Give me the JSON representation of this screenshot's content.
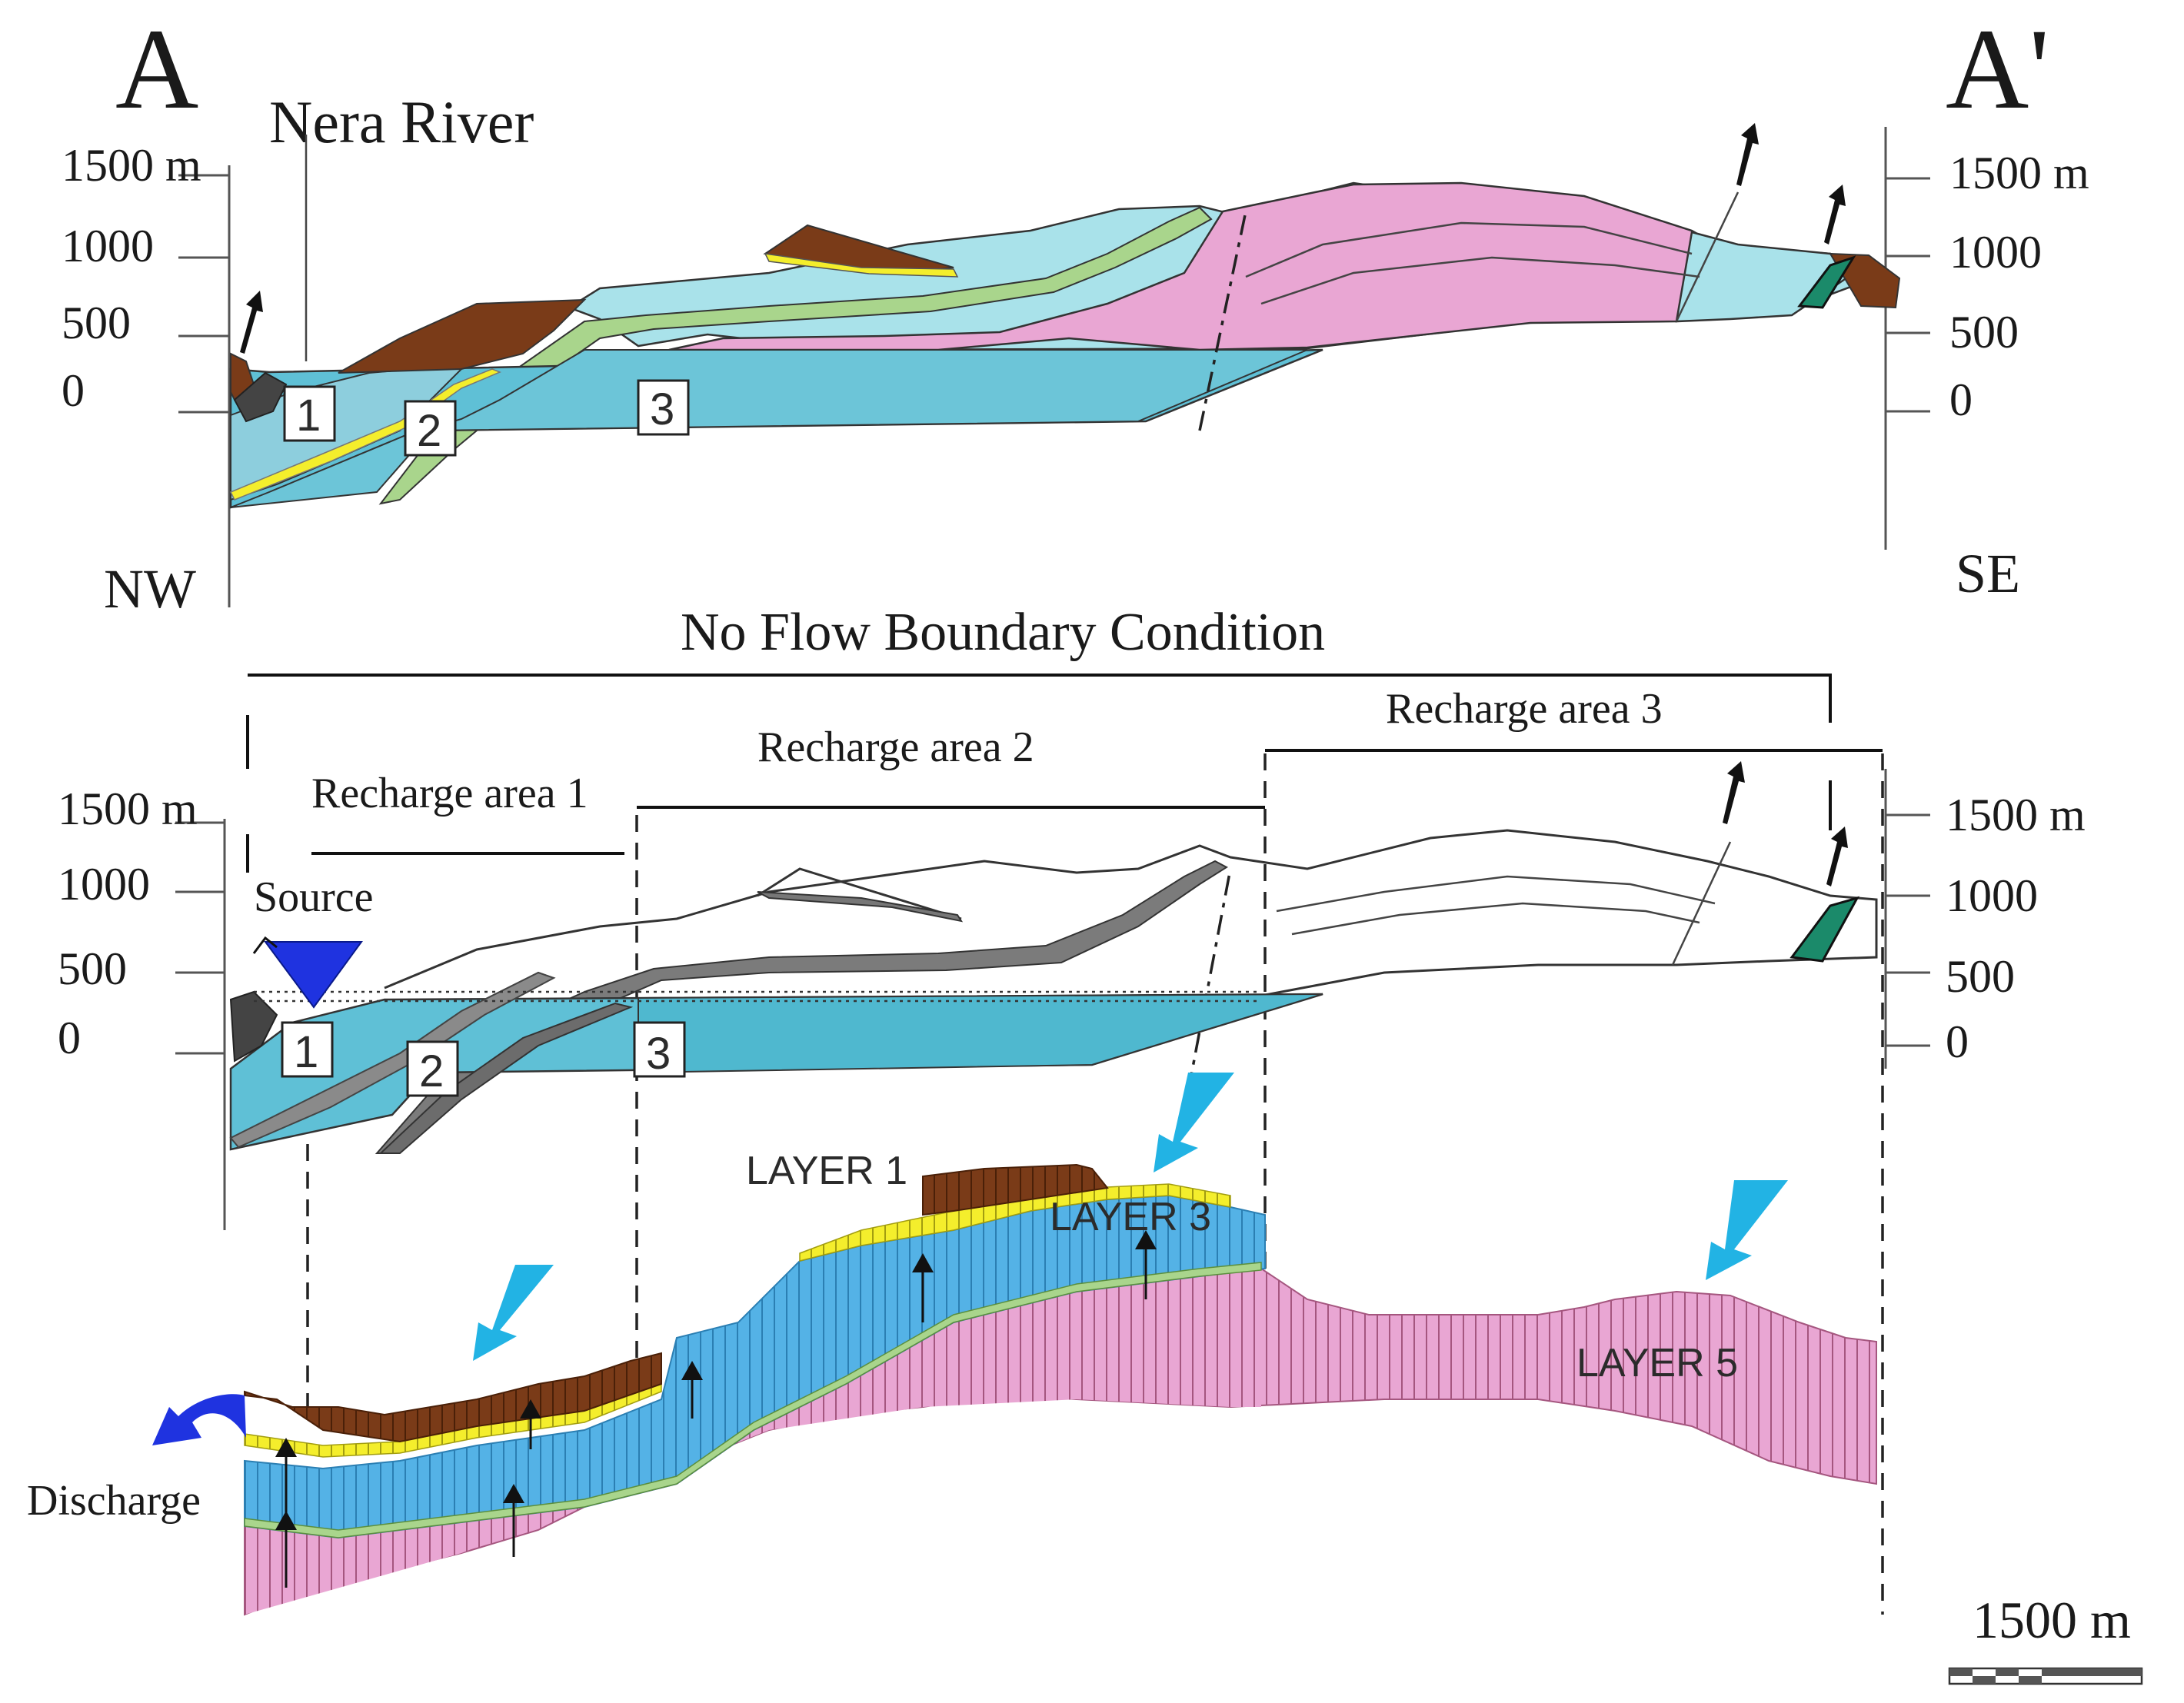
{
  "section_labels": {
    "start": "A",
    "end": "A'"
  },
  "river_label": "Nera River",
  "orientation": {
    "left": "NW",
    "right": "SE"
  },
  "elevation_ticks": [
    "1500 m",
    "1000",
    "500",
    "0"
  ],
  "elevation_ticks_right": [
    "1500 m",
    "1000",
    "500",
    "0"
  ],
  "aquifer_markers": [
    "1",
    "2",
    "3"
  ],
  "boundary_label": "No Flow Boundary Condition",
  "recharge_areas": [
    "Recharge area 1",
    "Recharge area 2",
    "Recharge area 3"
  ],
  "source_label": "Source",
  "discharge_label": "Discharge",
  "layer_labels": {
    "layer1": "LAYER 1",
    "layer3": "LAYER 3",
    "layer5": "LAYER 5"
  },
  "scale_bar": {
    "label": "1500 m"
  },
  "colors": {
    "brown": "#7a3b18",
    "light_blue": "#a9e2ea",
    "pink": "#e9a6d3",
    "green": "#a9d58c",
    "yellow": "#f4ee2c",
    "aquifer_blue": "#5fc0d6",
    "model_blue": "#54b2e6",
    "recharge_arrow": "#22b3e4",
    "source_blue": "#1f33e0"
  },
  "icons": [
    "fault-arrow-icon",
    "water-table-triangle-icon",
    "recharge-arrow-icon",
    "flow-arrow-icon",
    "discharge-arrow-icon"
  ]
}
